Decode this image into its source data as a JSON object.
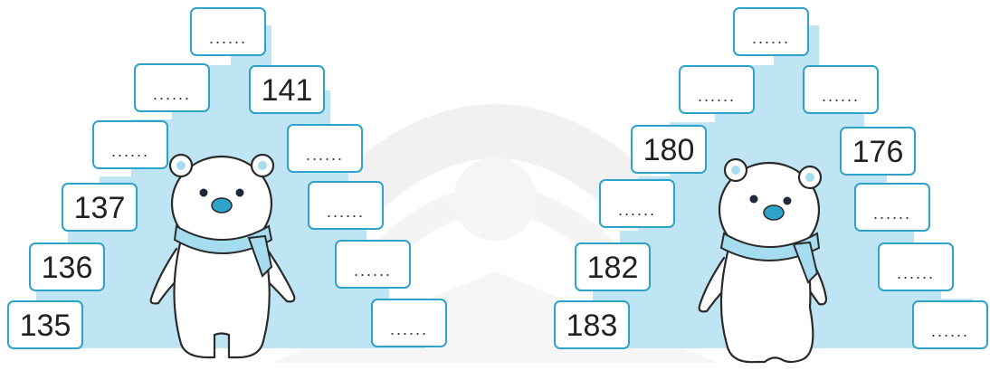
{
  "colors": {
    "box_border": "#2ea3c9",
    "stair_fill": "#bfe5f5",
    "bear_outline": "#2a2a2a",
    "scarf": "#a6dcf0",
    "nose": "#2ea3c9"
  },
  "left_stairs": {
    "top": "......",
    "left_column": [
      "......",
      "......",
      "137",
      "136",
      "135"
    ],
    "right_column": [
      "141",
      "......",
      "......",
      "......",
      "......"
    ]
  },
  "right_stairs": {
    "top": "......",
    "left_column": [
      "......",
      "180",
      "......",
      "182",
      "183"
    ],
    "right_column": [
      "......",
      "176",
      "......",
      "......",
      "......"
    ]
  },
  "icons": [
    "polar-bear-illustration",
    "polar-bear-illustration"
  ]
}
